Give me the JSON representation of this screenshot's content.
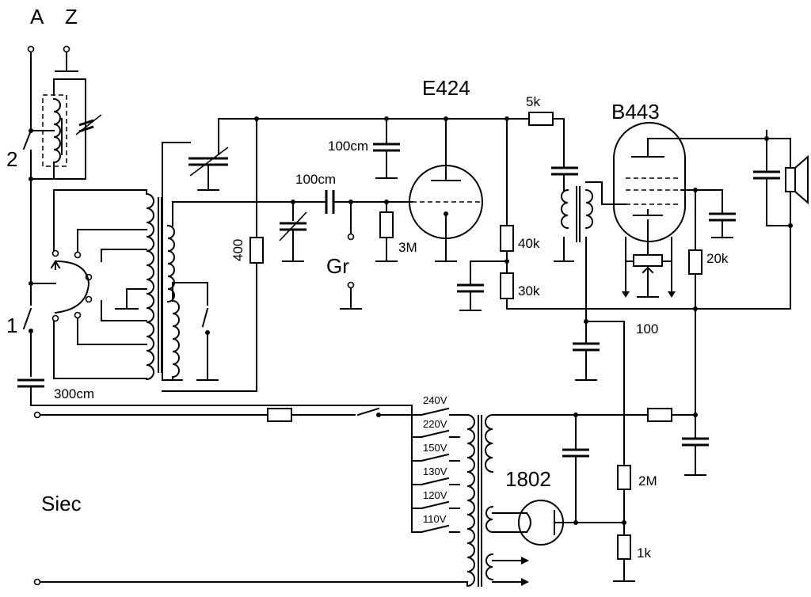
{
  "labels": {
    "antenna": "A",
    "ground": "Z",
    "switch1": "1",
    "switch2": "2",
    "tube1": "E424",
    "tube2": "B443",
    "rectifier": "1802",
    "gr": "Gr",
    "mains": "Siec",
    "r_5k": "5k",
    "r_3M": "3M",
    "r_40k": "40k",
    "r_30k": "30k",
    "r_20k": "20k",
    "r_100": "100",
    "r_2M": "2M",
    "r_1k": "1k",
    "r_400": "400",
    "c_100cm_a": "100cm",
    "c_100cm_b": "100cm",
    "c_300cm": "300cm",
    "v240": "240V",
    "v220": "220V",
    "v150": "150V",
    "v130": "130V",
    "v120": "120V",
    "v110": "110V"
  }
}
